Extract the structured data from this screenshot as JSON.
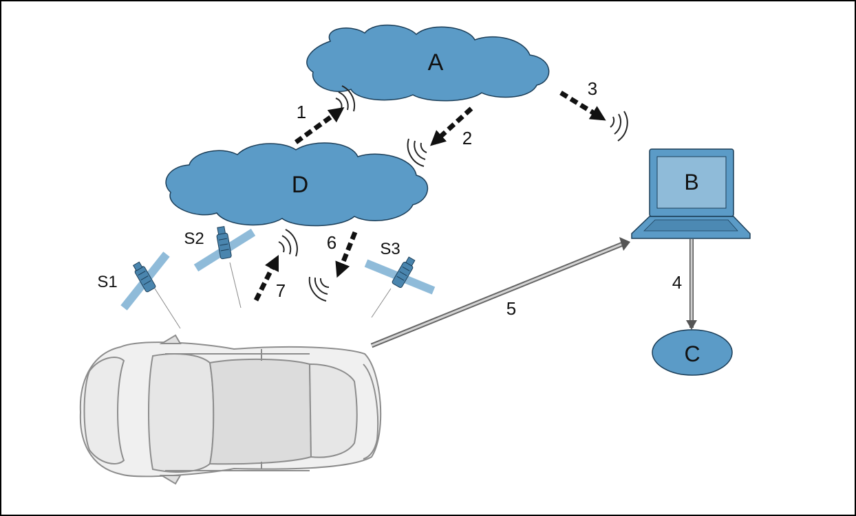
{
  "labels": {
    "cloud_a": "A",
    "cloud_d": "D",
    "laptop": "B",
    "database": "C",
    "sat1": "S1",
    "sat2": "S2",
    "sat3": "S3",
    "step1": "1",
    "step2": "2",
    "step3": "3",
    "step4": "4",
    "step5": "5",
    "step6": "6",
    "step7": "7"
  },
  "colors": {
    "node_fill": "#5b9bc7",
    "node_stroke": "#1b3d57",
    "panel_blue": "#8fbbd9",
    "car_line": "#8c8c8c",
    "car_fill": "#f0f0f0",
    "arrow_black": "#111111",
    "connector_gray": "#9a9a9a"
  }
}
